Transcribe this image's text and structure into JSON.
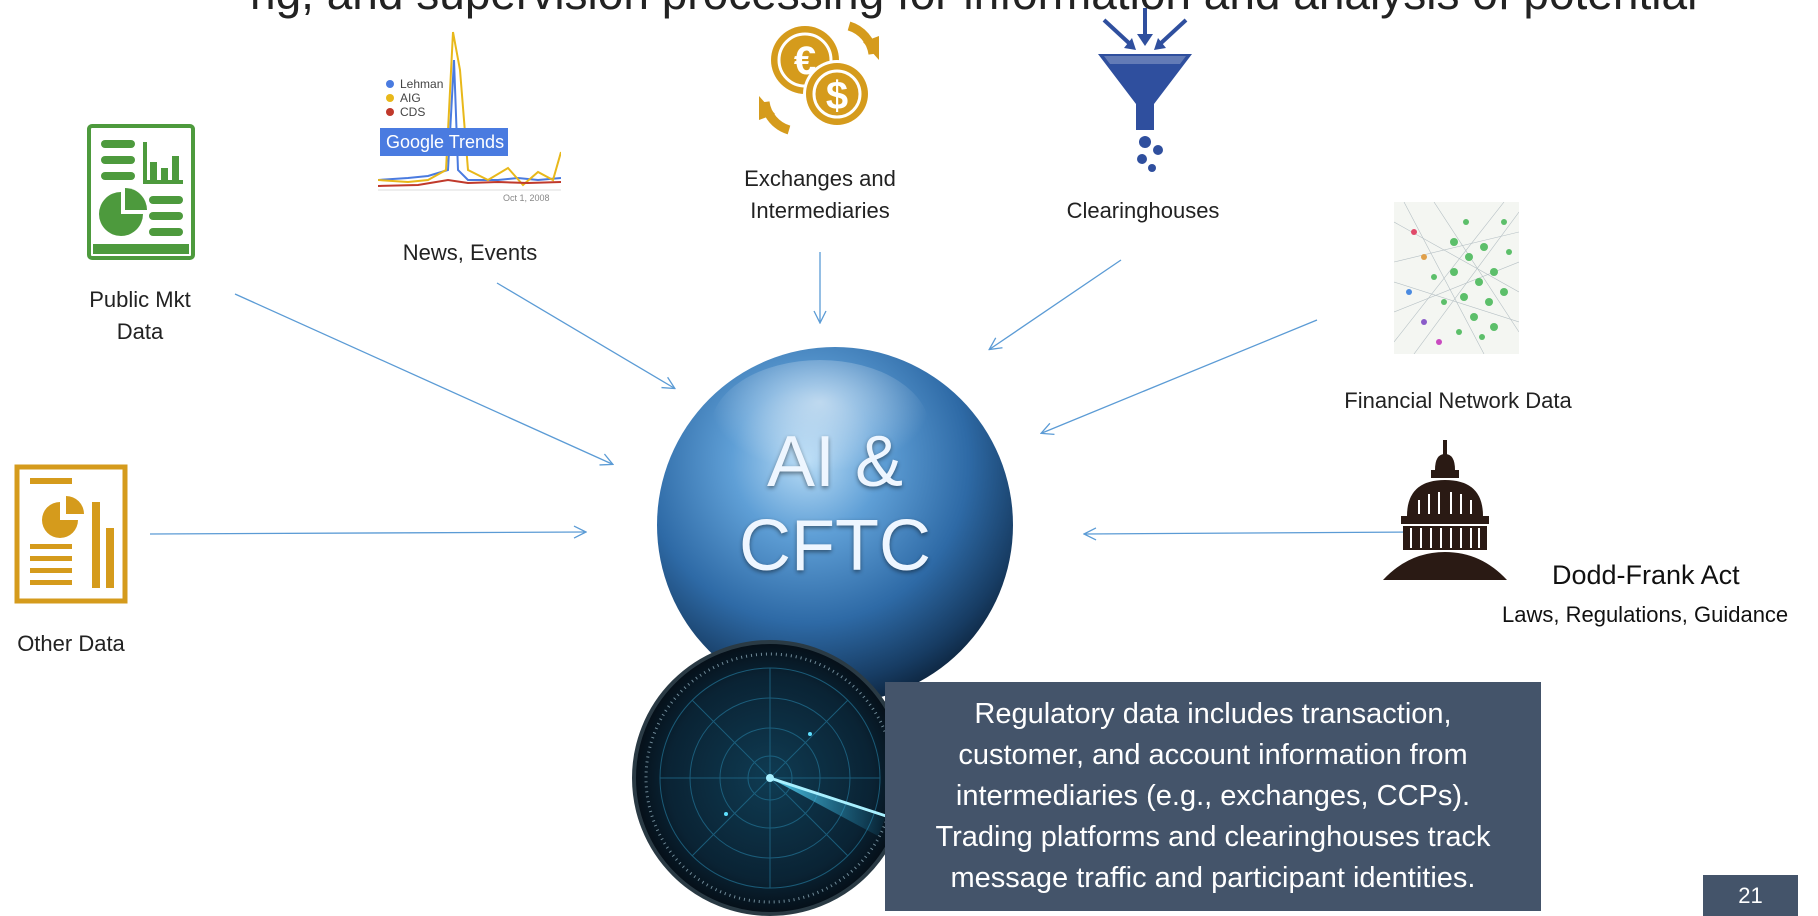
{
  "header_text": "ng, and supervision processing for information and analysis of potential",
  "center": {
    "line1": "AI &",
    "line2": "CFTC"
  },
  "sources": {
    "public_mkt": {
      "label_line1": "Public Mkt",
      "label_line2": "Data"
    },
    "news": {
      "label": "News, Events",
      "legend": [
        "Lehman",
        "AIG",
        "CDS"
      ],
      "badge": "Google Trends",
      "date": "Oct 1, 2008"
    },
    "exchanges": {
      "label_line1": "Exchanges and",
      "label_line2": "Intermediaries"
    },
    "clearinghouses": {
      "label": "Clearinghouses"
    },
    "network": {
      "label": "Financial Network Data"
    },
    "other": {
      "label": "Other Data"
    },
    "dodd_frank": {
      "title": "Dodd-Frank  Act",
      "subtitle": "Laws, Regulations, Guidance"
    }
  },
  "regulatory_box": {
    "lines": [
      "Regulatory data includes transaction,",
      "customer, and account information from",
      "intermediaries (e.g., exchanges, CCPs).",
      "Trading platforms and clearinghouses track",
      "message traffic and participant identities."
    ]
  },
  "page_number": "21",
  "colors": {
    "arrow": "#5b9bd5",
    "box": "#44546a",
    "green": "#4d9a3d",
    "gold": "#d59b1c",
    "navy": "#2f4f9e"
  },
  "icons": [
    "dashboard-icon",
    "google-trends-chart",
    "currency-exchange-icon",
    "funnel-icon",
    "network-graph-image",
    "report-icon",
    "capitol-dome-icon",
    "radar-icon"
  ]
}
